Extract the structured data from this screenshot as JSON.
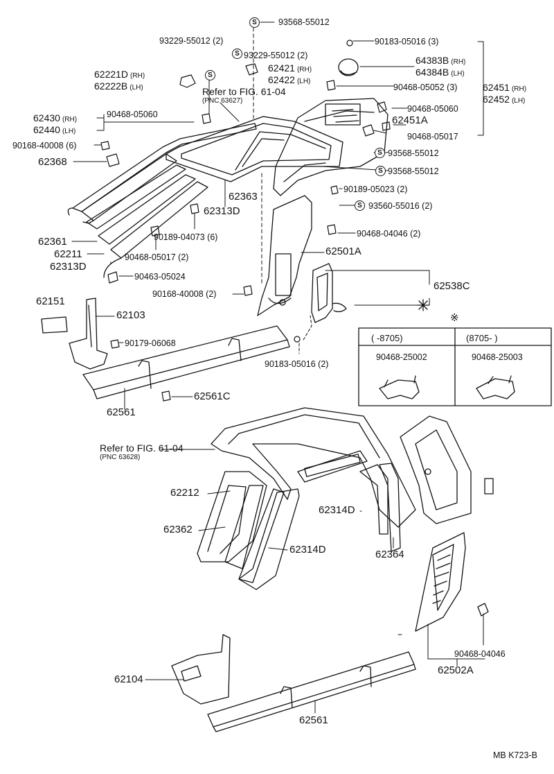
{
  "colors": {
    "ink": "#111111",
    "paper": "#ffffff"
  },
  "callouts": {
    "p93568_55012_top": "93568-55012",
    "p93229_55012_a": "93229-55012 (2)",
    "p93229_55012_b": "93229-55012 (2)",
    "p90183_05016_3": "90183-05016 (3)",
    "p64383b": "64383B",
    "p64384b": "64384B",
    "p62221d": "62221D",
    "p62222b": "62222B",
    "p62421": "62421",
    "p62422": "62422",
    "p90468_05052": "90468-05052 (3)",
    "p62451": "62451",
    "p62452": "62452",
    "p90468_05060_a": "90468-05060",
    "p90468_05060_b": "90468-05060",
    "p62430": "62430",
    "p62440": "62440",
    "p62451a": "62451A",
    "p90468_05017_a": "90468-05017",
    "p90168_40008_6": "90168-40008 (6)",
    "p93568_55012_b": "93568-55012",
    "p62368": "62368",
    "p93568_55012_c": "93568-55012",
    "p62363": "62363",
    "p90189_05023": "90189-05023 (2)",
    "p62313d_a": "62313D",
    "p93560_55016": "93560-55016 (2)",
    "p90189_04073": "90189-04073 (6)",
    "p90468_04046_2": "90468-04046 (2)",
    "p62361": "62361",
    "p62211": "62211",
    "p90468_05017_2": "90468-05017 (2)",
    "p62501a": "62501A",
    "p62313d_b": "62313D",
    "p90463_05024": "90463-05024",
    "p62538c": "62538C",
    "p90168_40008_2": "90168-40008 (2)",
    "p62151": "62151",
    "p62103": "62103",
    "p90179_06068": "90179-06068",
    "p90183_05016_2": "90183-05016 (2)",
    "p62561c": "62561C",
    "p62561_a": "62561",
    "p62212": "62212",
    "p62362": "62362",
    "p62314d_a": "62314D",
    "p62314d_b": "62314D",
    "p62364": "62364",
    "p62104": "62104",
    "p90468_04046_b": "90468-04046",
    "p62502a": "62502A",
    "p62561_b": "62561"
  },
  "suffix": {
    "rh": "(RH)",
    "lh": "(LH)"
  },
  "refs": {
    "ref_a_title": "Refer to FIG. 61-04",
    "ref_a_pnc": "(PNC 63627)",
    "ref_b_title": "Refer to FIG. 61-04",
    "ref_b_pnc": "(PNC 63628)"
  },
  "variant_table": {
    "mark": "※",
    "col1_header": "(      -8705)",
    "col2_header": "(8705-        )",
    "col1_part": "90468-25002",
    "col2_part": "90468-25003"
  },
  "s_symbol": "S",
  "footer": "MB  K723-B"
}
